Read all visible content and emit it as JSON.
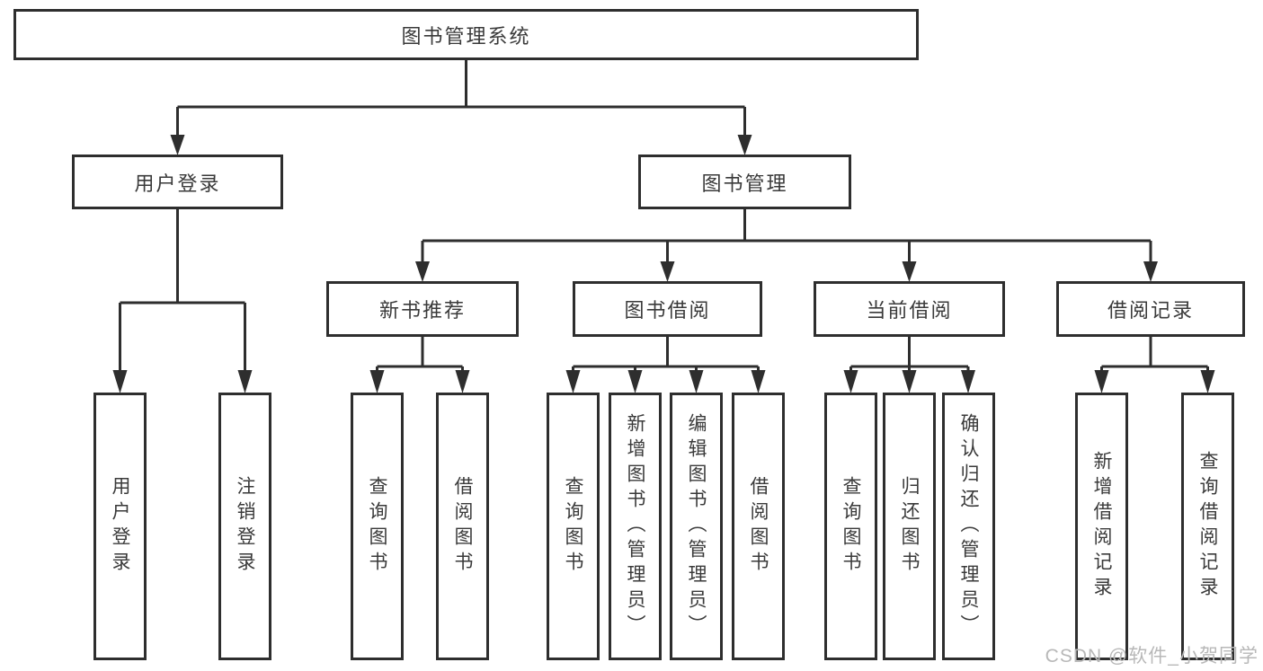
{
  "tree": {
    "root": "图书管理系统",
    "branches": {
      "user_login": "用户登录",
      "book_mgmt": "图书管理"
    },
    "modules": {
      "new_book": "新书推荐",
      "borrow": "图书借阅",
      "current": "当前借阅",
      "records": "借阅记录"
    },
    "leaves": {
      "user_login": "用户登录",
      "logout": "注销登录",
      "nb_query": "查询图书",
      "nb_borrow": "借阅图书",
      "bw_query": "查询图书",
      "bw_add": "新增图书（管理员）",
      "bw_edit": "编辑图书（管理员）",
      "bw_borrow": "借阅图书",
      "cur_query": "查询图书",
      "cur_return": "归还图书",
      "cur_confirm": "确认归还（管理员）",
      "rec_add": "新增借阅记录",
      "rec_query": "查询借阅记录"
    }
  },
  "watermark": {
    "text": "CSDN @软件_小贺同学"
  },
  "colors": {
    "line": "#2e2e2e",
    "box_border": "#2e2e2e",
    "text": "#3a3a3a",
    "background": "#ffffff",
    "watermark": "#b8b8b8"
  }
}
